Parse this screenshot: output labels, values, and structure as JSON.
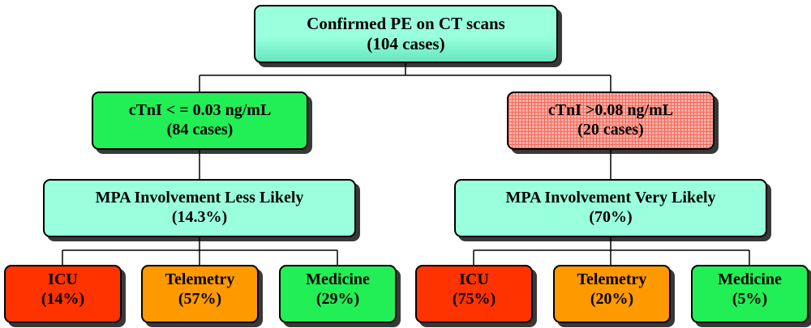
{
  "colors": {
    "aqua": "#99ffdd",
    "aqua_dark": "#66e6c0",
    "green": "#22ee55",
    "red": "#ff3300",
    "orange": "#ff9900",
    "checker_base": "#ffb0a8",
    "checker_line": "#f06a5a"
  },
  "root": {
    "line1": "Confirmed PE on CT scans",
    "line2": "(104 cases)"
  },
  "left": {
    "group": {
      "line1": "cTnI < = 0.03 ng/mL",
      "line2": "(84 cases)"
    },
    "mpa": {
      "line1": "MPA Involvement Less Likely",
      "line2": "(14.3%)"
    },
    "outcomes": [
      {
        "line1": "ICU",
        "line2": "(14%)"
      },
      {
        "line1": "Telemetry",
        "line2": "(57%)"
      },
      {
        "line1": "Medicine",
        "line2": "(29%)"
      }
    ]
  },
  "right": {
    "group": {
      "line1": "cTnI >0.08 ng/mL",
      "line2": "(20 cases)"
    },
    "mpa": {
      "line1": "MPA Involvement Very Likely",
      "line2": "(70%)"
    },
    "outcomes": [
      {
        "line1": "ICU",
        "line2": "(75%)"
      },
      {
        "line1": "Telemetry",
        "line2": "(20%)"
      },
      {
        "line1": "Medicine",
        "line2": "(5%)"
      }
    ]
  }
}
